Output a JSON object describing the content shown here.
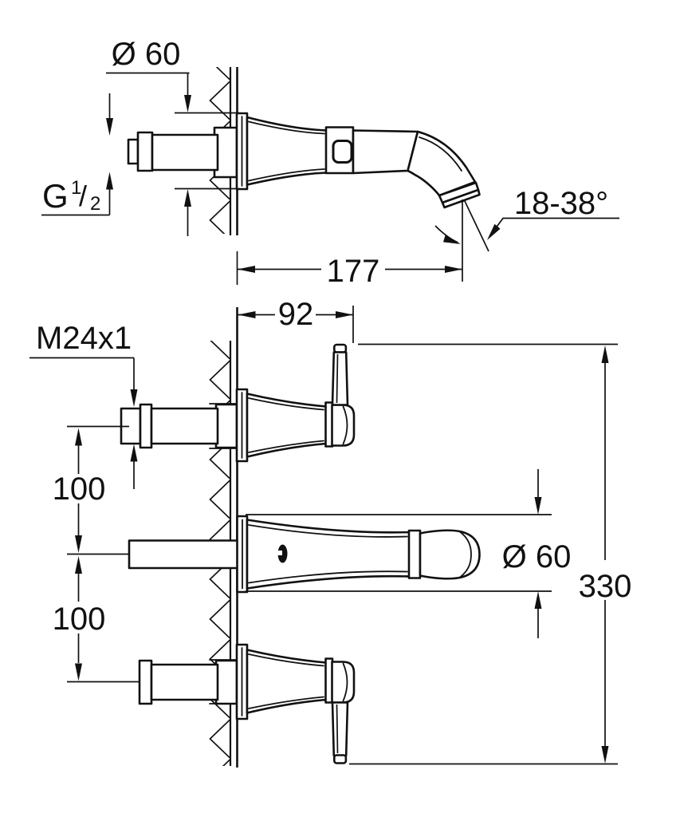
{
  "labels": {
    "top_view": {
      "rosette_diameter": "Ø 60",
      "inlet_thread_letter": "G",
      "inlet_thread_numerator": "1",
      "inlet_thread_slash": "/",
      "inlet_thread_denominator": "2",
      "spout_angle_range": "18-38°",
      "spout_projection": "177"
    },
    "bottom_view": {
      "handle_projection": "92",
      "handle_thread": "M24x1",
      "hole_spacing_upper": "100",
      "hole_spacing_lower": "100",
      "spout_rosette_diameter": "Ø 60",
      "overall_height": "330"
    }
  },
  "colors": {
    "ink": "#111111",
    "paper": "#ffffff"
  }
}
